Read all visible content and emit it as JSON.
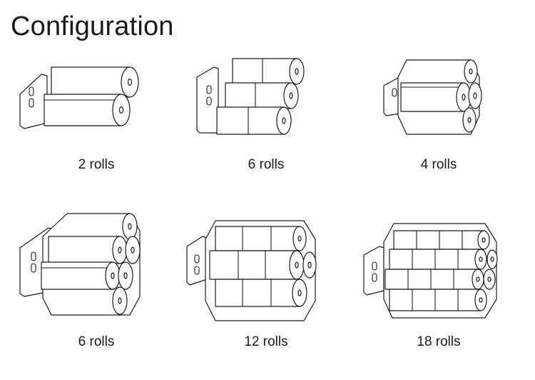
{
  "page": {
    "title": "Configuration"
  },
  "configs": [
    {
      "label": "2 rolls"
    },
    {
      "label": "6 rolls"
    },
    {
      "label": "4 rolls"
    },
    {
      "label": "6 rolls"
    },
    {
      "label": "12 rolls"
    },
    {
      "label": "18 rolls"
    }
  ]
}
